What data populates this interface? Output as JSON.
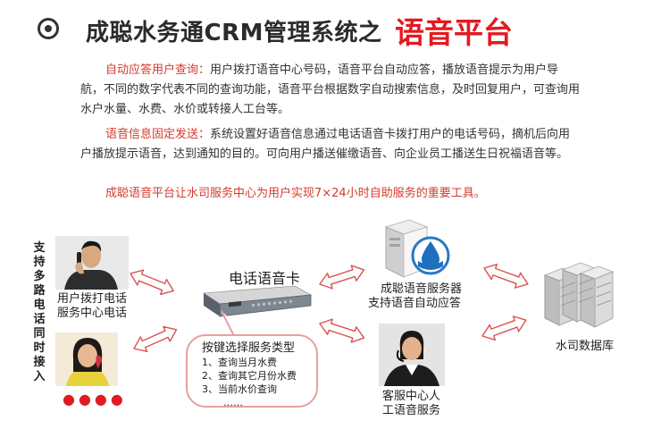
{
  "header": {
    "title": "成聪水务通CRM管理系统之",
    "title_accent": "语音平台"
  },
  "paragraphs": [
    {
      "lead": "自动应答用户查询：",
      "text": "用户拨打语音中心号码，语音平台自动应答，播放语音提示为用户导航，不同的数字代表不同的查询功能，语音平台根据数字自动搜索信息，及时回复用户，可查询用水户水量、水费、水价或转接人工台等。"
    },
    {
      "lead": "语音信息固定发送：",
      "text": "系统设置好语音信息通过电话语音卡拨打用户的电话号码，摘机后向用户播放提示语音，达到通知的目的。可向用户播送催缴语音、向企业员工播送生日祝福语音等。"
    }
  ],
  "slogan": "成聪语音平台让水司服务中心为用户实现7×24小时自助服务的重要工具。",
  "diagram": {
    "left_vertical_label": "支持多路电话同时接入",
    "user_caption_line1": "用户拨打电话",
    "user_caption_line2": "服务中心电话",
    "more_dots": "●●●●",
    "voice_card_label": "电话语音卡",
    "voice_server_line1": "成聪语音服务器",
    "voice_server_line2": "支持语音自动应答",
    "water_db_label": "水司数据库",
    "agent_line1": "客服中心人",
    "agent_line2": "工语音服务",
    "callout": {
      "title": "按键选择服务类型",
      "items": [
        "1、查询当月水费",
        "2、查询其它月份水费",
        "3、当前水价查询",
        "……"
      ]
    }
  },
  "colors": {
    "accent_red": "#e21a22",
    "lead_red": "#d63a2e",
    "arrow_fill": "#ffffff",
    "arrow_stroke": "#d9534f"
  }
}
